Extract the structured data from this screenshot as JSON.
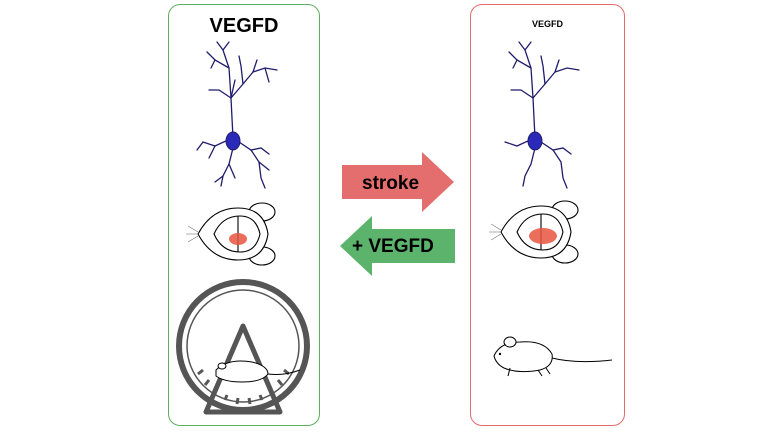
{
  "left_panel": {
    "title": "VEGFD",
    "border_color": "#5cae5f"
  },
  "right_panel": {
    "title": "VEGFD",
    "border_color": "#e36b6b"
  },
  "stroke_arrow": {
    "label": "stroke",
    "color": "#e46d6d",
    "direction": "right"
  },
  "vegfd_arrow": {
    "label": "+ VEGFD",
    "color": "#5cb46c",
    "direction": "left"
  },
  "icons": {
    "neuron": "neuron-icon",
    "brain": "mouse-brain-icon",
    "wheel": "running-wheel-icon",
    "mouse": "mouse-icon"
  },
  "colors": {
    "neuron": "#1f1c6b",
    "soma": "#2b2ab8",
    "lesion": "#e8533f"
  }
}
